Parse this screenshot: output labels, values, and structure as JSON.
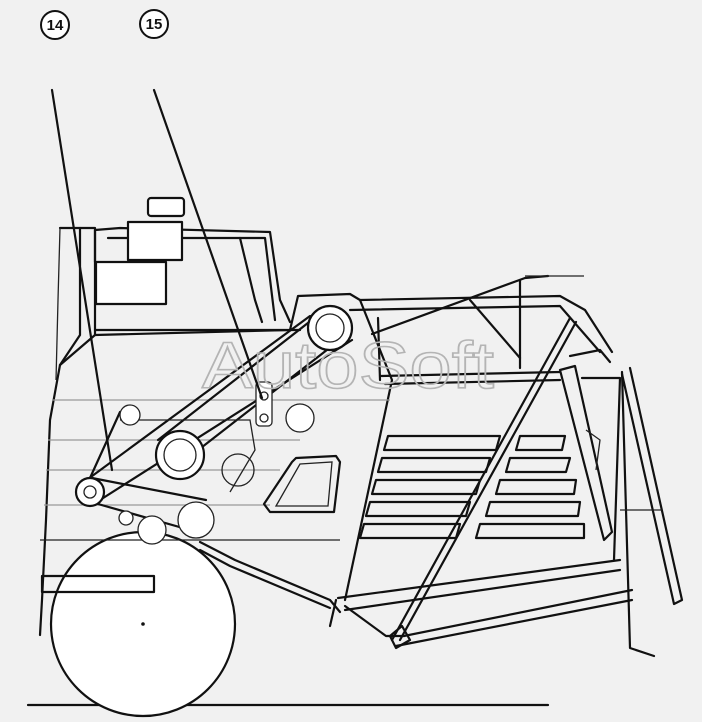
{
  "callouts": [
    {
      "label": "14"
    },
    {
      "label": "15"
    }
  ],
  "watermark": {
    "text": "AutoSoft"
  }
}
